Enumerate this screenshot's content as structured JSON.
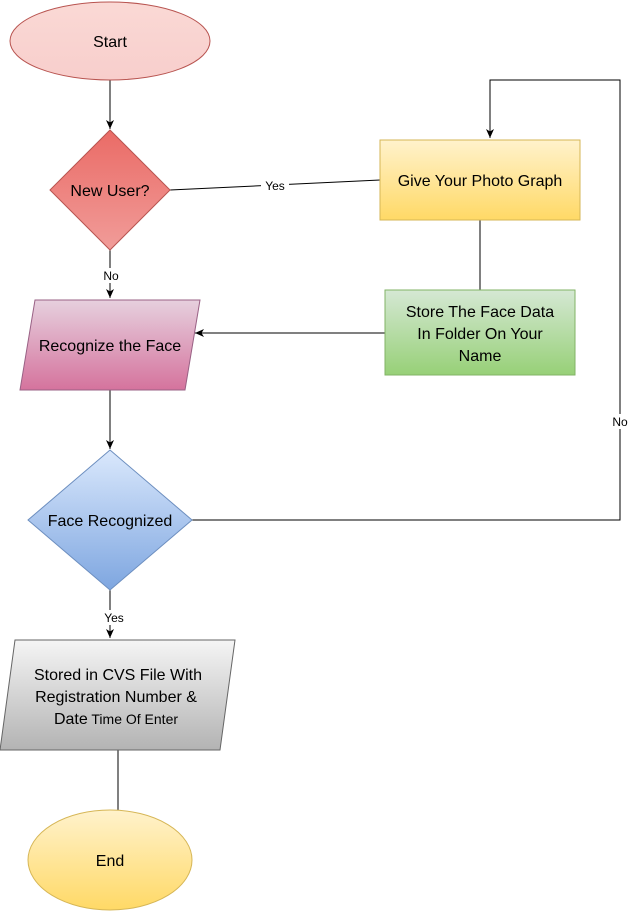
{
  "nodes": {
    "start": {
      "label": "Start"
    },
    "new_user": {
      "label": "New User?"
    },
    "give_photo": {
      "label": "Give Your Photo Graph"
    },
    "store_face": {
      "lines": [
        "Store The Face Data",
        "In  Folder On Your",
        "Name"
      ]
    },
    "recognize": {
      "label": "Recognize the Face"
    },
    "face_recognized": {
      "label": "Face Recognized"
    },
    "stored_cvs": {
      "lines": [
        "Stored in CVS File With",
        "Registration Number &"
      ],
      "line3_main": "Date",
      "line3_small": " Time Of Enter"
    },
    "end": {
      "label": "End"
    }
  },
  "edges": {
    "yes_new_user": "Yes",
    "no_new_user": "No",
    "no_loop": "No",
    "yes_recognized": "Yes"
  },
  "colors": {
    "start_fill_top": "#fad9d5",
    "start_fill_bottom": "#f8cecc",
    "start_stroke": "#b85450",
    "new_user_top": "#ea6b66",
    "new_user_bottom": "#f19c99",
    "give_photo_top": "#fff2cc",
    "give_photo_bottom": "#ffd966",
    "store_face_top": "#d5e8d4",
    "store_face_bottom": "#97d077",
    "recognize_top": "#e6d0de",
    "recognize_bottom": "#d5739d",
    "face_recognized_top": "#dae8fc",
    "face_recognized_bottom": "#7ea6e0",
    "stored_cvs_top": "#f5f5f5",
    "stored_cvs_bottom": "#b3b3b3",
    "end_top": "#fff2cc",
    "end_bottom": "#ffd966"
  }
}
